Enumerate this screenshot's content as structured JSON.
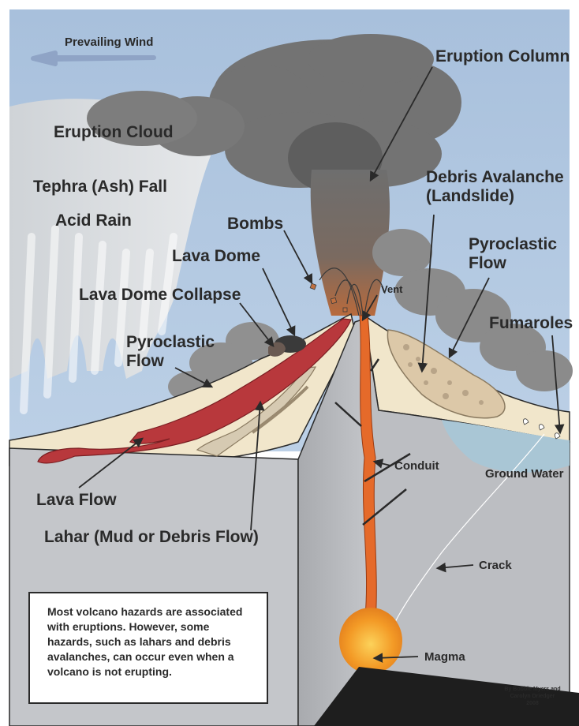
{
  "labels": {
    "prevailing_wind": "Prevailing Wind",
    "eruption_column": "Eruption Column",
    "eruption_cloud": "Eruption Cloud",
    "tephra_fall": "Tephra (Ash) Fall",
    "acid_rain": "Acid Rain",
    "bombs": "Bombs",
    "lava_dome": "Lava Dome",
    "lava_dome_collapse": "Lava Dome Collapse",
    "pyroclastic_flow_left": [
      "Pyroclastic",
      "Flow"
    ],
    "vent": "Vent",
    "debris_avalanche": [
      "Debris Avalanche",
      "(Landslide)"
    ],
    "pyroclastic_flow_right": [
      "Pyroclastic",
      "Flow"
    ],
    "fumaroles": "Fumaroles",
    "conduit": "Conduit",
    "ground_water": "Ground Water",
    "lava_flow": "Lava Flow",
    "lahar": "Lahar (Mud or Debris Flow)",
    "crack": "Crack",
    "magma": "Magma"
  },
  "note": "Most volcano hazards are associated with eruptions. However, some hazards, such as lahars and debris avalanches, can occur even when a volcano is not erupting.",
  "credit": [
    "By Bobbie Myers and",
    "Carolyn Driedger",
    "2008"
  ],
  "colors": {
    "sky": "#aec5e0",
    "ash": "#737373",
    "ground_surface": "#f1e6cb",
    "cross_section": "#bcbec2",
    "lava": "#b8383c",
    "magma": "#f39a26",
    "ground_water": "#a9c6d5"
  }
}
